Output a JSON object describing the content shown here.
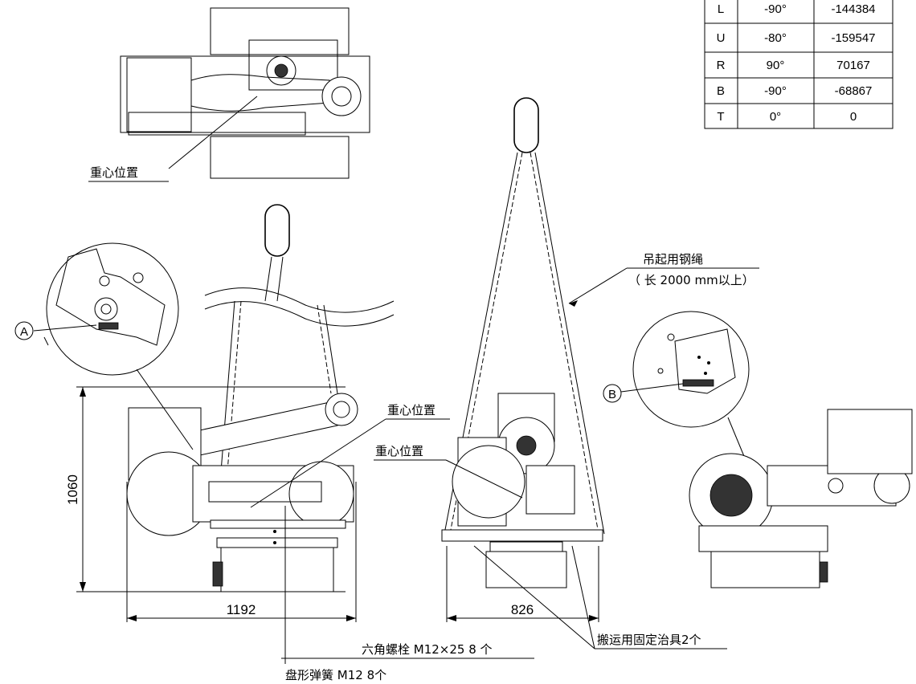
{
  "table": {
    "rows": [
      {
        "axis": "L",
        "angle": "-90°",
        "value": "-144384"
      },
      {
        "axis": "U",
        "angle": "-80°",
        "value": "-159547"
      },
      {
        "axis": "R",
        "angle": "90°",
        "value": "70167"
      },
      {
        "axis": "B",
        "angle": "-90°",
        "value": "-68867"
      },
      {
        "axis": "T",
        "angle": "0°",
        "value": "0"
      }
    ]
  },
  "labels": {
    "cog_top": "重心位置",
    "cog_side": "重心位置",
    "cog_front": "重心位置",
    "sling_title": "吊起用钢绳",
    "sling_note": "（ 长 2000 mm以上）",
    "fixture": "搬运用固定治具2个",
    "bolt": "六角螺栓 M12×25 8 个",
    "washer": "盘形弹簧 M12 8个",
    "detail_a": "A",
    "detail_b": "B"
  },
  "dims": {
    "height": "1060",
    "width_side": "1192",
    "width_front": "826"
  }
}
